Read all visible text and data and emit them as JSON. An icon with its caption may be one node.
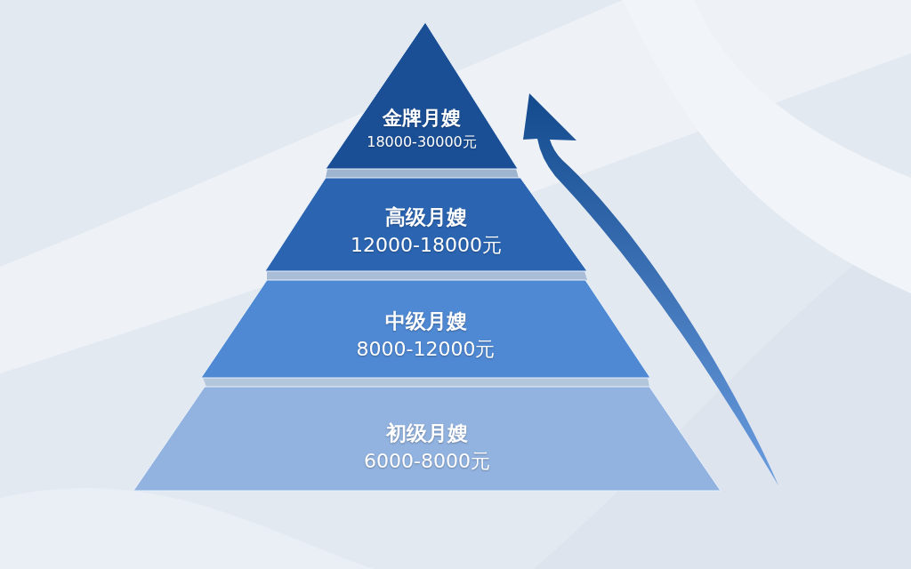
{
  "diagram": {
    "nodes": [
      {
        "text": [
          "金牌月嫂",
          "18000-30000元"
        ]
      },
      {
        "text": [
          "高级月嫂",
          "12000-18000元"
        ]
      },
      {
        "text": [
          "中级月嫂",
          "8000-12000元"
        ]
      },
      {
        "text": [
          "初级月嫂",
          "6000-8000元"
        ]
      }
    ]
  }
}
